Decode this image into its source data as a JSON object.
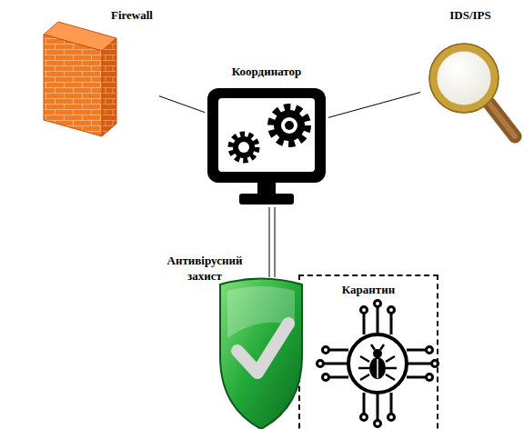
{
  "diagram": {
    "nodes": [
      {
        "text": [
          "Firewall"
        ]
      },
      {
        "text": [
          "IDS/IPS"
        ]
      },
      {
        "text": [
          "Координатор"
        ]
      },
      {
        "text": [
          "Карантин"
        ]
      },
      {
        "text": [
          "Антивірусний захист"
        ]
      }
    ],
    "edges": [
      {
        "from": 0,
        "to": 2,
        "arrow": "none"
      },
      {
        "from": 1,
        "to": 2,
        "arrow": "none"
      },
      {
        "from": 2,
        "to": 4,
        "arrow": "none"
      }
    ]
  }
}
